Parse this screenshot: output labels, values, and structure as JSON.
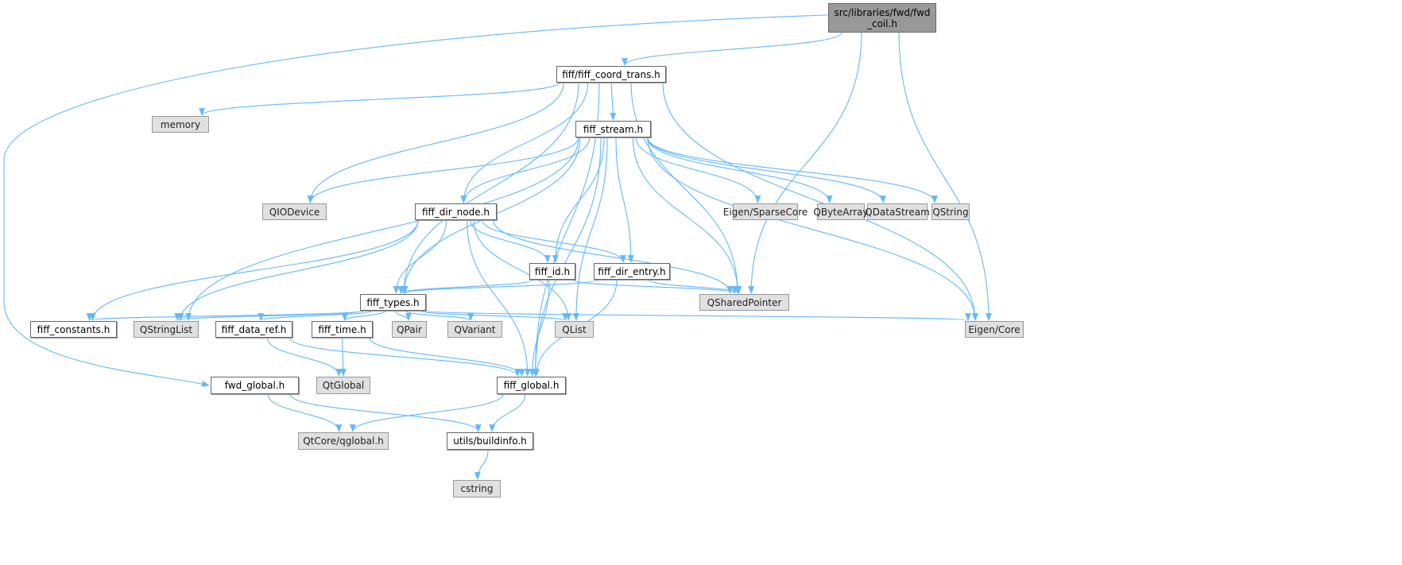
{
  "graph": {
    "edge_color": "#63b8ff",
    "nodes": [
      {
        "id": "root",
        "label": "src/libraries/fwd/fwd\n_coil.h",
        "kind": "root"
      },
      {
        "id": "coord_trans",
        "label": "fiff/fiff_coord_trans.h",
        "kind": "internal"
      },
      {
        "id": "memory",
        "label": "memory",
        "kind": "external"
      },
      {
        "id": "fiff_stream",
        "label": "fiff_stream.h",
        "kind": "internal"
      },
      {
        "id": "QIODevice",
        "label": "QIODevice",
        "kind": "external"
      },
      {
        "id": "fiff_dir_node",
        "label": "fiff_dir_node.h",
        "kind": "internal"
      },
      {
        "id": "SparseCore",
        "label": "Eigen/SparseCore",
        "kind": "external"
      },
      {
        "id": "QByteArray",
        "label": "QByteArray",
        "kind": "external"
      },
      {
        "id": "QDataStream",
        "label": "QDataStream",
        "kind": "external"
      },
      {
        "id": "QString",
        "label": "QString",
        "kind": "external"
      },
      {
        "id": "fiff_id",
        "label": "fiff_id.h",
        "kind": "internal"
      },
      {
        "id": "fiff_dir_entry",
        "label": "fiff_dir_entry.h",
        "kind": "internal"
      },
      {
        "id": "fiff_types",
        "label": "fiff_types.h",
        "kind": "internal"
      },
      {
        "id": "QSharedPointer",
        "label": "QSharedPointer",
        "kind": "external"
      },
      {
        "id": "fiff_constants",
        "label": "fiff_constants.h",
        "kind": "internal"
      },
      {
        "id": "QStringList",
        "label": "QStringList",
        "kind": "external"
      },
      {
        "id": "fiff_data_ref",
        "label": "fiff_data_ref.h",
        "kind": "internal"
      },
      {
        "id": "fiff_time",
        "label": "fiff_time.h",
        "kind": "internal"
      },
      {
        "id": "QPair",
        "label": "QPair",
        "kind": "external"
      },
      {
        "id": "QVariant",
        "label": "QVariant",
        "kind": "external"
      },
      {
        "id": "QList",
        "label": "QList",
        "kind": "external"
      },
      {
        "id": "EigenCore",
        "label": "Eigen/Core",
        "kind": "external"
      },
      {
        "id": "fwd_global",
        "label": "fwd_global.h",
        "kind": "internal"
      },
      {
        "id": "QtGlobal",
        "label": "QtGlobal",
        "kind": "external"
      },
      {
        "id": "fiff_global",
        "label": "fiff_global.h",
        "kind": "internal"
      },
      {
        "id": "qglobal",
        "label": "QtCore/qglobal.h",
        "kind": "external"
      },
      {
        "id": "buildinfo",
        "label": "utils/buildinfo.h",
        "kind": "internal"
      },
      {
        "id": "cstring",
        "label": "cstring",
        "kind": "external"
      }
    ],
    "edges": [
      [
        "root",
        "coord_trans"
      ],
      [
        "root",
        "fwd_global"
      ],
      [
        "root",
        "QSharedPointer"
      ],
      [
        "root",
        "EigenCore"
      ],
      [
        "coord_trans",
        "memory"
      ],
      [
        "coord_trans",
        "QIODevice"
      ],
      [
        "coord_trans",
        "fiff_types"
      ],
      [
        "coord_trans",
        "fiff_dir_node"
      ],
      [
        "coord_trans",
        "fiff_stream"
      ],
      [
        "coord_trans",
        "QSharedPointer"
      ],
      [
        "coord_trans",
        "EigenCore"
      ],
      [
        "coord_trans",
        "fiff_global"
      ],
      [
        "fiff_stream",
        "QIODevice"
      ],
      [
        "fiff_stream",
        "fiff_dir_node"
      ],
      [
        "fiff_stream",
        "QStringList"
      ],
      [
        "fiff_stream",
        "fiff_types"
      ],
      [
        "fiff_stream",
        "QList"
      ],
      [
        "fiff_stream",
        "fiff_id"
      ],
      [
        "fiff_stream",
        "fiff_dir_entry"
      ],
      [
        "fiff_stream",
        "QSharedPointer"
      ],
      [
        "fiff_stream",
        "SparseCore"
      ],
      [
        "fiff_stream",
        "QByteArray"
      ],
      [
        "fiff_stream",
        "QDataStream"
      ],
      [
        "fiff_stream",
        "QString"
      ],
      [
        "fiff_stream",
        "EigenCore"
      ],
      [
        "fiff_stream",
        "fiff_global"
      ],
      [
        "fiff_dir_node",
        "fiff_constants"
      ],
      [
        "fiff_dir_node",
        "QStringList"
      ],
      [
        "fiff_dir_node",
        "fiff_types"
      ],
      [
        "fiff_dir_node",
        "fiff_global"
      ],
      [
        "fiff_dir_node",
        "QList"
      ],
      [
        "fiff_dir_node",
        "fiff_id"
      ],
      [
        "fiff_dir_node",
        "fiff_dir_entry"
      ],
      [
        "fiff_dir_node",
        "QSharedPointer"
      ],
      [
        "fiff_id",
        "fiff_types"
      ],
      [
        "fiff_id",
        "QSharedPointer"
      ],
      [
        "fiff_id",
        "fiff_global"
      ],
      [
        "fiff_dir_entry",
        "fiff_types"
      ],
      [
        "fiff_dir_entry",
        "QSharedPointer"
      ],
      [
        "fiff_dir_entry",
        "fiff_global"
      ],
      [
        "fiff_types",
        "fiff_constants"
      ],
      [
        "fiff_types",
        "QStringList"
      ],
      [
        "fiff_types",
        "fiff_data_ref"
      ],
      [
        "fiff_types",
        "fiff_time"
      ],
      [
        "fiff_types",
        "QPair"
      ],
      [
        "fiff_types",
        "QVariant"
      ],
      [
        "fiff_types",
        "QList"
      ],
      [
        "fiff_types",
        "EigenCore"
      ],
      [
        "fiff_data_ref",
        "QtGlobal"
      ],
      [
        "fiff_data_ref",
        "fiff_global"
      ],
      [
        "fiff_time",
        "QtGlobal"
      ],
      [
        "fiff_time",
        "fiff_global"
      ],
      [
        "fwd_global",
        "qglobal"
      ],
      [
        "fwd_global",
        "buildinfo"
      ],
      [
        "fiff_global",
        "qglobal"
      ],
      [
        "fiff_global",
        "buildinfo"
      ],
      [
        "buildinfo",
        "cstring"
      ]
    ]
  }
}
